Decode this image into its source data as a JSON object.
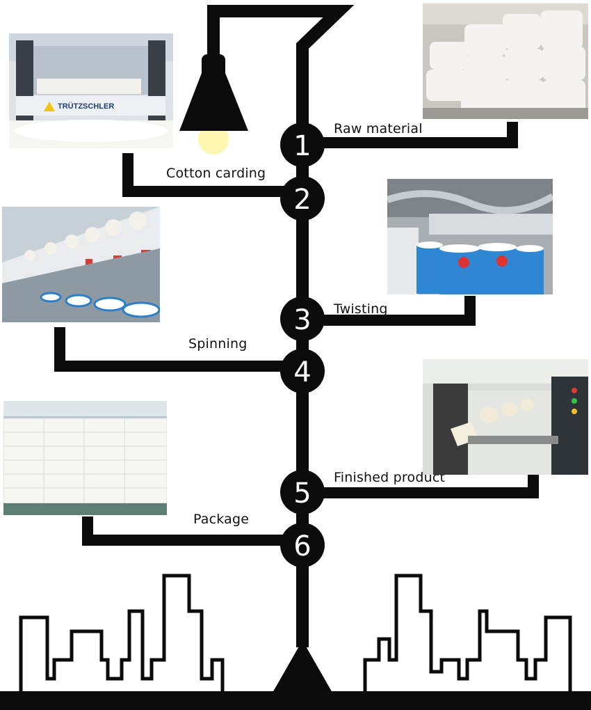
{
  "steps": [
    {
      "number": "1",
      "label": "Raw material"
    },
    {
      "number": "2",
      "label": "Cotton carding"
    },
    {
      "number": "3",
      "label": "Twisting"
    },
    {
      "number": "4",
      "label": "Spinning"
    },
    {
      "number": "5",
      "label": "Finished product"
    },
    {
      "number": "6",
      "label": "Package"
    }
  ],
  "photos": {
    "carding_machine_brand": "TRÜTZSCHLER"
  },
  "colors": {
    "line": "#0b0b0b",
    "bulb_glow": "#fff6b0",
    "cotton": "#f2f1ec",
    "machine_blue": "#3a8fd6"
  },
  "icons": [
    "lamp-icon",
    "city-skyline-icon",
    "lamp-base-icon"
  ]
}
